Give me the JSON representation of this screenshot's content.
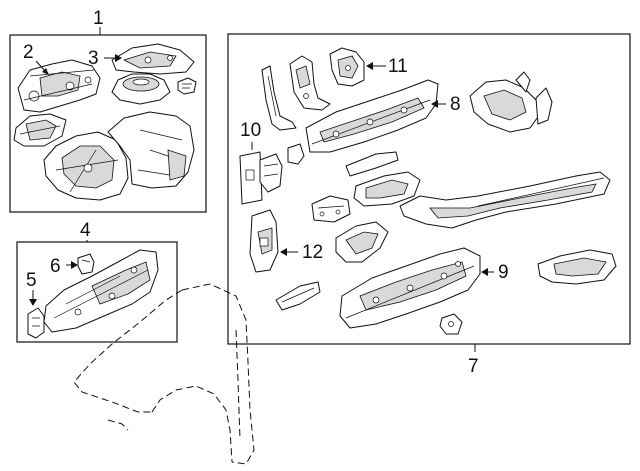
{
  "callouts": {
    "c1": "1",
    "c2": "2",
    "c3": "3",
    "c4": "4",
    "c5": "5",
    "c6": "6",
    "c7": "7",
    "c8": "8",
    "c9": "9",
    "c10": "10",
    "c11": "11",
    "c12": "12"
  },
  "colors": {
    "line": "#111111",
    "background": "#ffffff",
    "shade": "#d9d9d9"
  }
}
